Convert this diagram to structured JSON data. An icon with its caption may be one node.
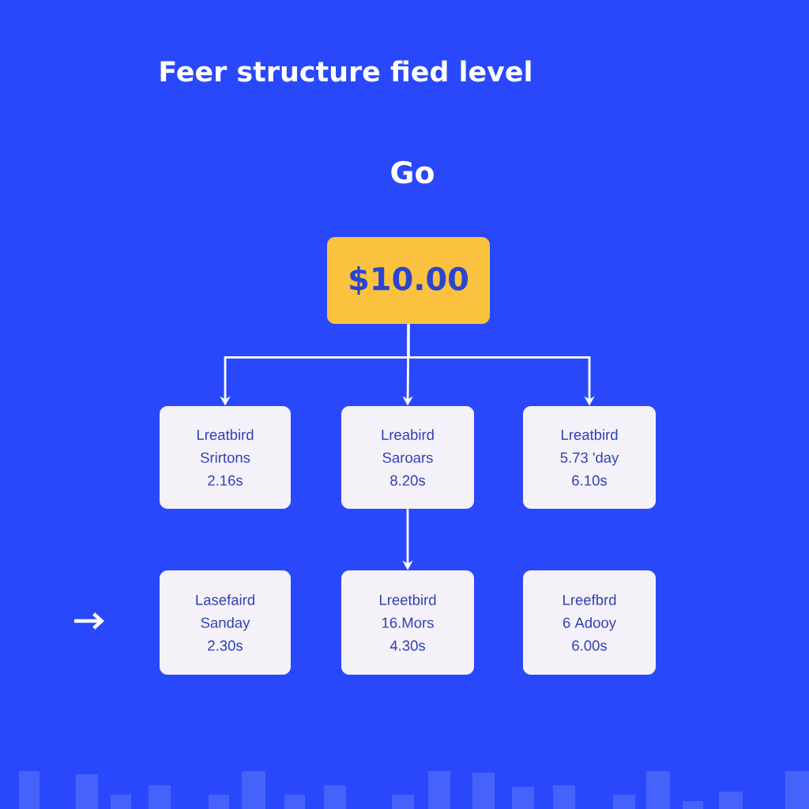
{
  "diagram": {
    "title": "Feer structure fied level",
    "nodes": [
      {
        "text": [
          "$10.00"
        ]
      },
      {
        "text": [
          "Lreatbird",
          "Srirtons",
          "2.16s"
        ]
      },
      {
        "text": [
          "Lreabird",
          "Saroars",
          "8.20s"
        ]
      },
      {
        "text": [
          "Lreatbird",
          "5.73 'day",
          "6.10s"
        ]
      },
      {
        "text": [
          "Lasefaird",
          "Sanday",
          "2.30s"
        ]
      },
      {
        "text": [
          "Lreetbird",
          "16.Mors",
          "4.30s"
        ]
      },
      {
        "text": [
          "Lreefbrd",
          "6 Adooy",
          "6.00s"
        ]
      }
    ],
    "edges": [
      {
        "from": 0,
        "to": 1,
        "arrow": "to"
      },
      {
        "from": 0,
        "to": 2,
        "arrow": "to"
      },
      {
        "from": 0,
        "to": 3,
        "arrow": "to"
      },
      {
        "from": 2,
        "to": 5,
        "arrow": "to"
      }
    ],
    "labels": [
      "Go"
    ]
  }
}
